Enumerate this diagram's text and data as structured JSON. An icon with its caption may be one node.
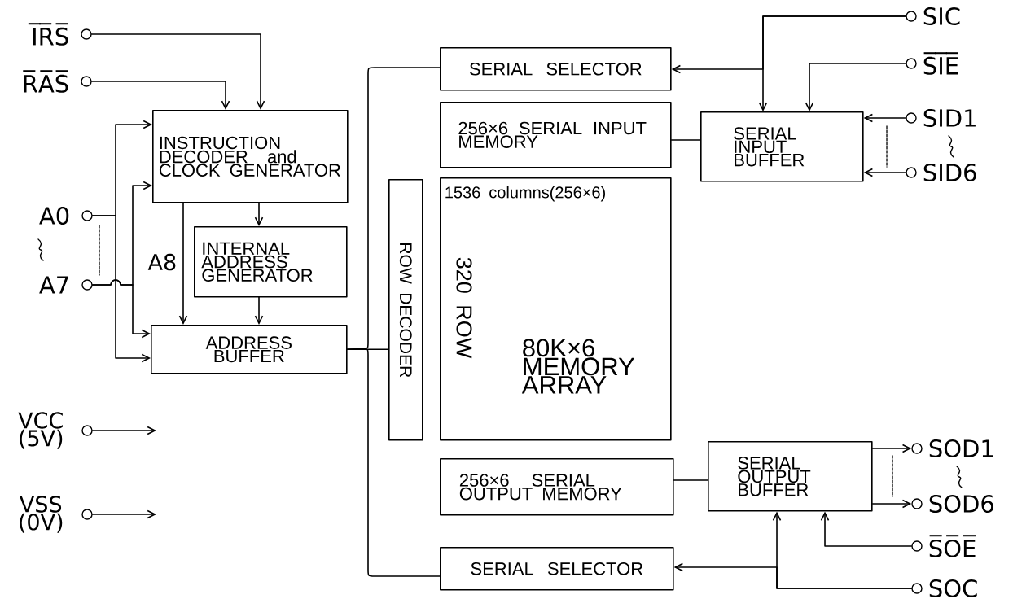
{
  "diagram": {
    "nodes": [
      {
        "text": [
          "I̅R̅S̅"
        ]
      },
      {
        "text": [
          "R̅A̅S̅"
        ]
      },
      {
        "text": [
          "A0"
        ]
      },
      {
        "text": [
          "A7"
        ]
      },
      {
        "text": [
          "VCC (5V)"
        ]
      },
      {
        "text": [
          "VSS (0V)"
        ]
      },
      {
        "text": [
          "INSTRUCTION DECODER and CLOCK GENERATOR"
        ]
      },
      {
        "text": [
          "INTERNAL ADDRESS GENERATOR"
        ]
      },
      {
        "text": [
          "ADDRESS BUFFER"
        ]
      },
      {
        "text": [
          "ROW DECODER"
        ]
      },
      {
        "text": [
          "SERIAL SELECTOR"
        ]
      },
      {
        "text": [
          "256×6 SERIAL INPUT MEMORY"
        ]
      },
      {
        "text": [
          "1536 columns(256×6)",
          "320 ROW",
          "80K×6 MEMORY ARRAY"
        ]
      },
      {
        "text": [
          "256×6 SERIAL OUTPUT MEMORY"
        ]
      },
      {
        "text": [
          "SERIAL SELECTOR"
        ]
      },
      {
        "text": [
          "SERIAL INPUT BUFFER"
        ]
      },
      {
        "text": [
          "SERIAL OUTPUT BUFFER"
        ]
      },
      {
        "text": [
          "SIC"
        ]
      },
      {
        "text": [
          "S̅I̅E̅"
        ]
      },
      {
        "text": [
          "SID1"
        ]
      },
      {
        "text": [
          "SID6"
        ]
      },
      {
        "text": [
          "SOD1"
        ]
      },
      {
        "text": [
          "SOD6"
        ]
      },
      {
        "text": [
          "S̅O̅E̅"
        ]
      },
      {
        "text": [
          "SOC"
        ]
      }
    ],
    "edges": [
      {
        "from": 0,
        "to": 6,
        "arrow": "to"
      },
      {
        "from": 1,
        "to": 6,
        "arrow": "to"
      },
      {
        "from": 2,
        "to": 6,
        "arrow": "to"
      },
      {
        "from": 2,
        "to": 8,
        "arrow": "to"
      },
      {
        "from": 3,
        "to": 6,
        "arrow": "to"
      },
      {
        "from": 3,
        "to": 8,
        "arrow": "to"
      },
      {
        "from": 6,
        "to": 8,
        "arrow": "to"
      },
      {
        "from": 6,
        "to": 7,
        "arrow": "to"
      },
      {
        "from": 7,
        "to": 8,
        "arrow": "to"
      },
      {
        "from": 8,
        "to": 9,
        "arrow": "none"
      },
      {
        "from": 8,
        "to": 10,
        "arrow": "none"
      },
      {
        "from": 8,
        "to": 14,
        "arrow": "none"
      },
      {
        "from": 4,
        "to": null,
        "arrow": "to"
      },
      {
        "from": 5,
        "to": null,
        "arrow": "to"
      },
      {
        "from": 17,
        "to": 10,
        "arrow": "to"
      },
      {
        "from": 17,
        "to": 15,
        "arrow": "to"
      },
      {
        "from": 18,
        "to": 15,
        "arrow": "to"
      },
      {
        "from": 19,
        "to": 15,
        "arrow": "to"
      },
      {
        "from": 20,
        "to": 15,
        "arrow": "to"
      },
      {
        "from": 11,
        "to": 15,
        "arrow": "none"
      },
      {
        "from": 13,
        "to": 16,
        "arrow": "none"
      },
      {
        "from": 16,
        "to": 21,
        "arrow": "to"
      },
      {
        "from": 16,
        "to": 22,
        "arrow": "to"
      },
      {
        "from": 23,
        "to": 16,
        "arrow": "to"
      },
      {
        "from": 24,
        "to": 16,
        "arrow": "to"
      },
      {
        "from": 24,
        "to": 14,
        "arrow": "to"
      }
    ],
    "labels": [
      "A8"
    ]
  }
}
